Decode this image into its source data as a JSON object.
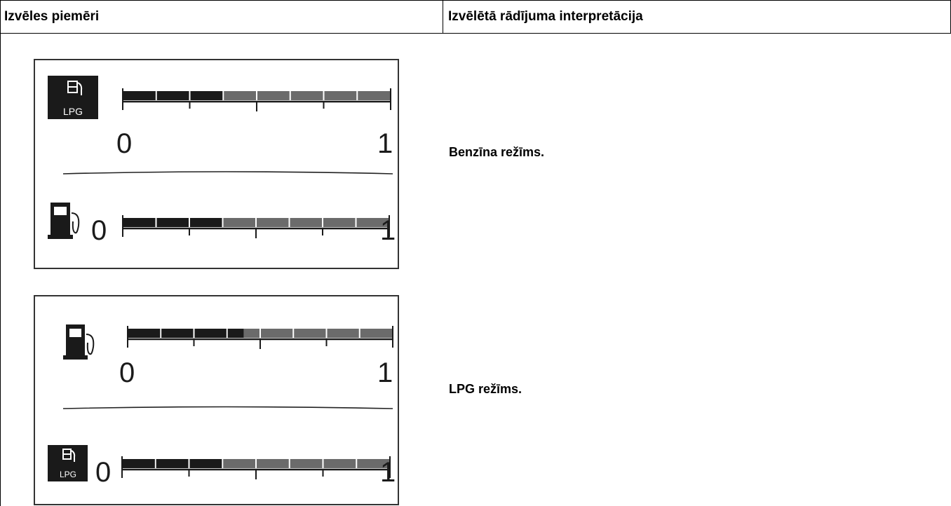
{
  "header": {
    "col1": "Izvēles piemēri",
    "col2": "Izvēlētā rādījuma interpretācija"
  },
  "rows": [
    {
      "interpretation": "Benzīna režīms.",
      "gauge_top": {
        "icon": "lpg-icon",
        "icon_text": "LPG",
        "min": "0",
        "max": "1",
        "filled_segments": 3,
        "total_segments": 8
      },
      "gauge_bottom": {
        "icon": "fuel-pump-icon",
        "min": "0",
        "max": "1",
        "filled_segments": 3,
        "total_segments": 8
      }
    },
    {
      "interpretation": "LPG režīms.",
      "gauge_top": {
        "icon": "fuel-pump-icon",
        "min": "0",
        "max": "1",
        "filled_segments": 3.5,
        "total_segments": 8
      },
      "gauge_bottom": {
        "icon": "lpg-icon",
        "icon_text": "LPG",
        "min": "0",
        "max": "1",
        "filled_segments": 3,
        "total_segments": 8
      }
    }
  ],
  "colors": {
    "filled": "#1a1a1a",
    "empty": "#6b6b6b"
  }
}
